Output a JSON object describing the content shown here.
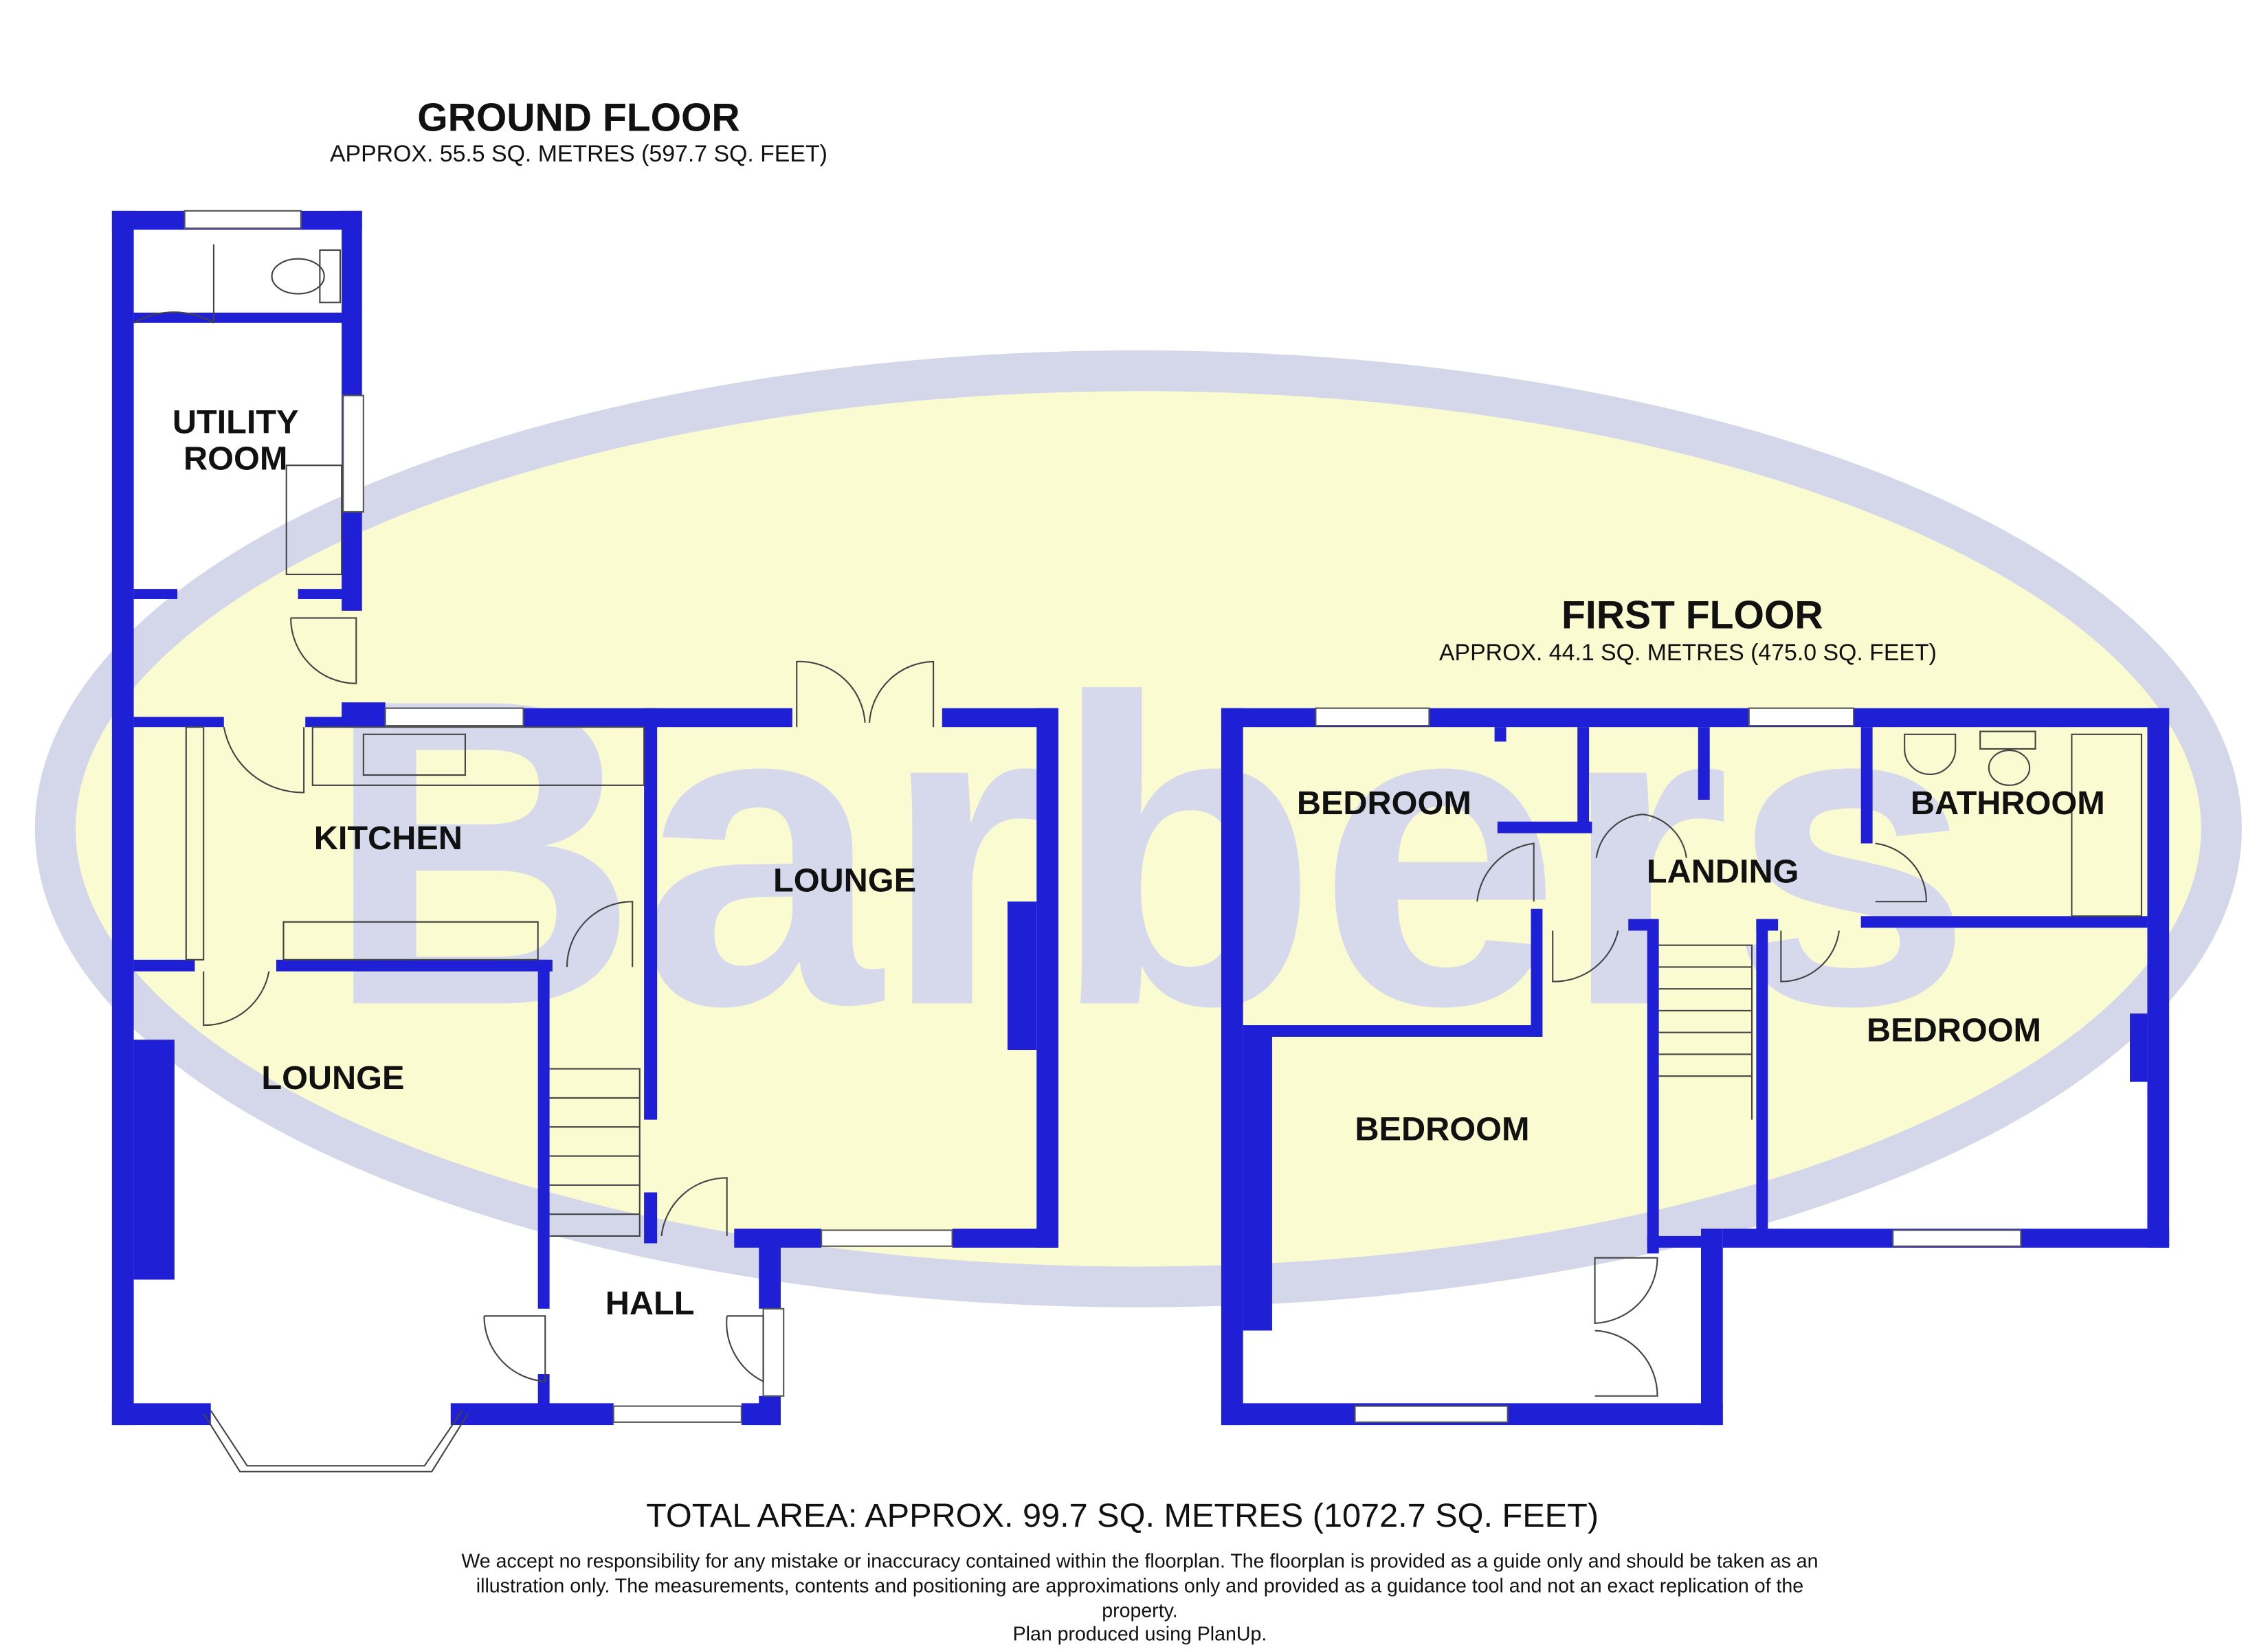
{
  "watermark": "Barbers",
  "colors": {
    "wall": "#1f1fd6",
    "watermark_fill": "#fbfbd2",
    "watermark_ring": "#d4d6ea"
  },
  "ground_floor": {
    "title": "GROUND FLOOR",
    "area": "APPROX. 55.5 SQ. METRES (597.7 SQ. FEET)",
    "rooms": {
      "utility_line1": "UTILITY",
      "utility_line2": "ROOM",
      "kitchen": "KITCHEN",
      "lounge_left": "LOUNGE",
      "lounge_right": "LOUNGE",
      "hall": "HALL"
    }
  },
  "first_floor": {
    "title": "FIRST FLOOR",
    "area": "APPROX. 44.1 SQ. METRES (475.0 SQ. FEET)",
    "rooms": {
      "bedroom_1": "BEDROOM",
      "landing": "LANDING",
      "bathroom": "BATHROOM",
      "bedroom_2": "BEDROOM",
      "bedroom_3": "BEDROOM"
    }
  },
  "footer": {
    "total_area": "TOTAL AREA: APPROX. 99.7 SQ. METRES (1072.7 SQ. FEET)",
    "disclaimer_line1": "We accept no responsibility for any mistake or inaccuracy contained within the floorplan. The floorplan is provided as a guide only and should be taken as an",
    "disclaimer_line2": "illustration only. The measurements, contents and positioning are approximations only and provided as a guidance tool and not an exact replication of the",
    "disclaimer_line3": "property.",
    "produced_by": "Plan produced using PlanUp."
  }
}
